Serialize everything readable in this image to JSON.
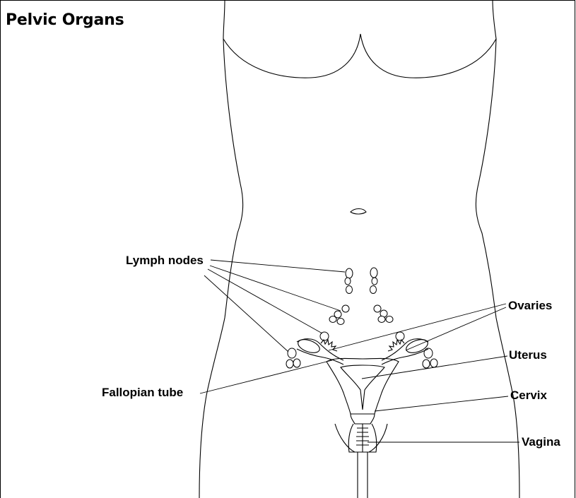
{
  "title": "Pelvic Organs",
  "labels": {
    "lymph_nodes": "Lymph nodes",
    "ovaries": "Ovaries",
    "uterus": "Uterus",
    "fallopian_tube": "Fallopian tube",
    "cervix": "Cervix",
    "vagina": "Vagina"
  }
}
